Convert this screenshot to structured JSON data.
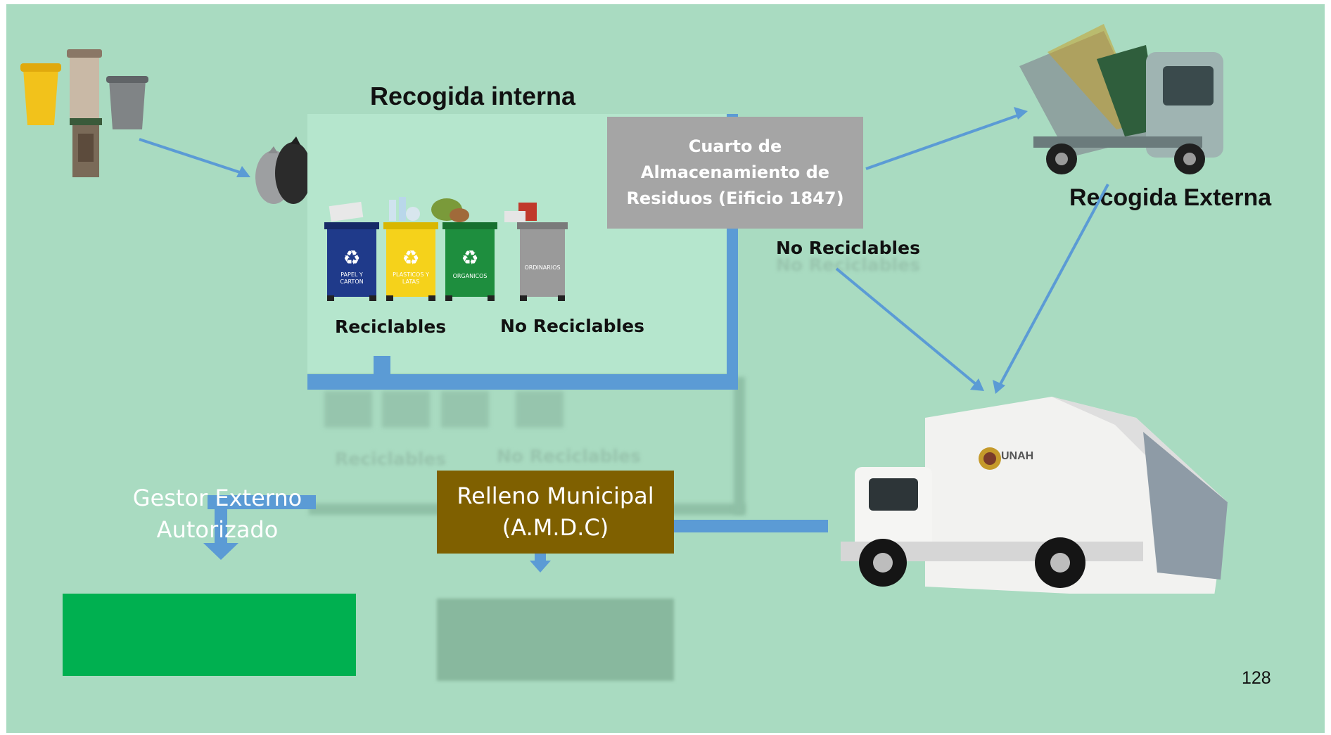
{
  "diagram": {
    "internal_title": "Recogida interna",
    "external_title": "Recogida Externa",
    "storage_line1": "Cuarto de",
    "storage_line2": "Almacenamiento de",
    "storage_line3": "Residuos (Eificio 1847)",
    "label_recyclables": "Reciclables",
    "label_non_recyclables": "No Reciclables",
    "label_storage_non_recyclables": "No Reciclables",
    "landfill_line1": "Relleno Municipal",
    "landfill_line2": "(A.M.D.C)",
    "gestor_line1": "Gestor Externo",
    "gestor_line2": "Autorizado",
    "bin_labels": [
      "PAPEL Y CARTON",
      "PLASTICOS Y LATAS",
      "ORGANICOS",
      "ORDINARIOS"
    ],
    "truck_logo_text": "UNAH",
    "page_number": "128"
  },
  "colors": {
    "background": "#a9dbc1",
    "panel": "#b5e6cd",
    "arrow": "#5b9bd5",
    "storage_box": "#a5a5a5",
    "landfill_box": "#7f6000",
    "gestor_box": "#00b050",
    "bin_paper": "#1f3a8a",
    "bin_plastic": "#f5d21b",
    "bin_organic": "#1e8e3e",
    "bin_ordinary": "#9a9a9a"
  }
}
